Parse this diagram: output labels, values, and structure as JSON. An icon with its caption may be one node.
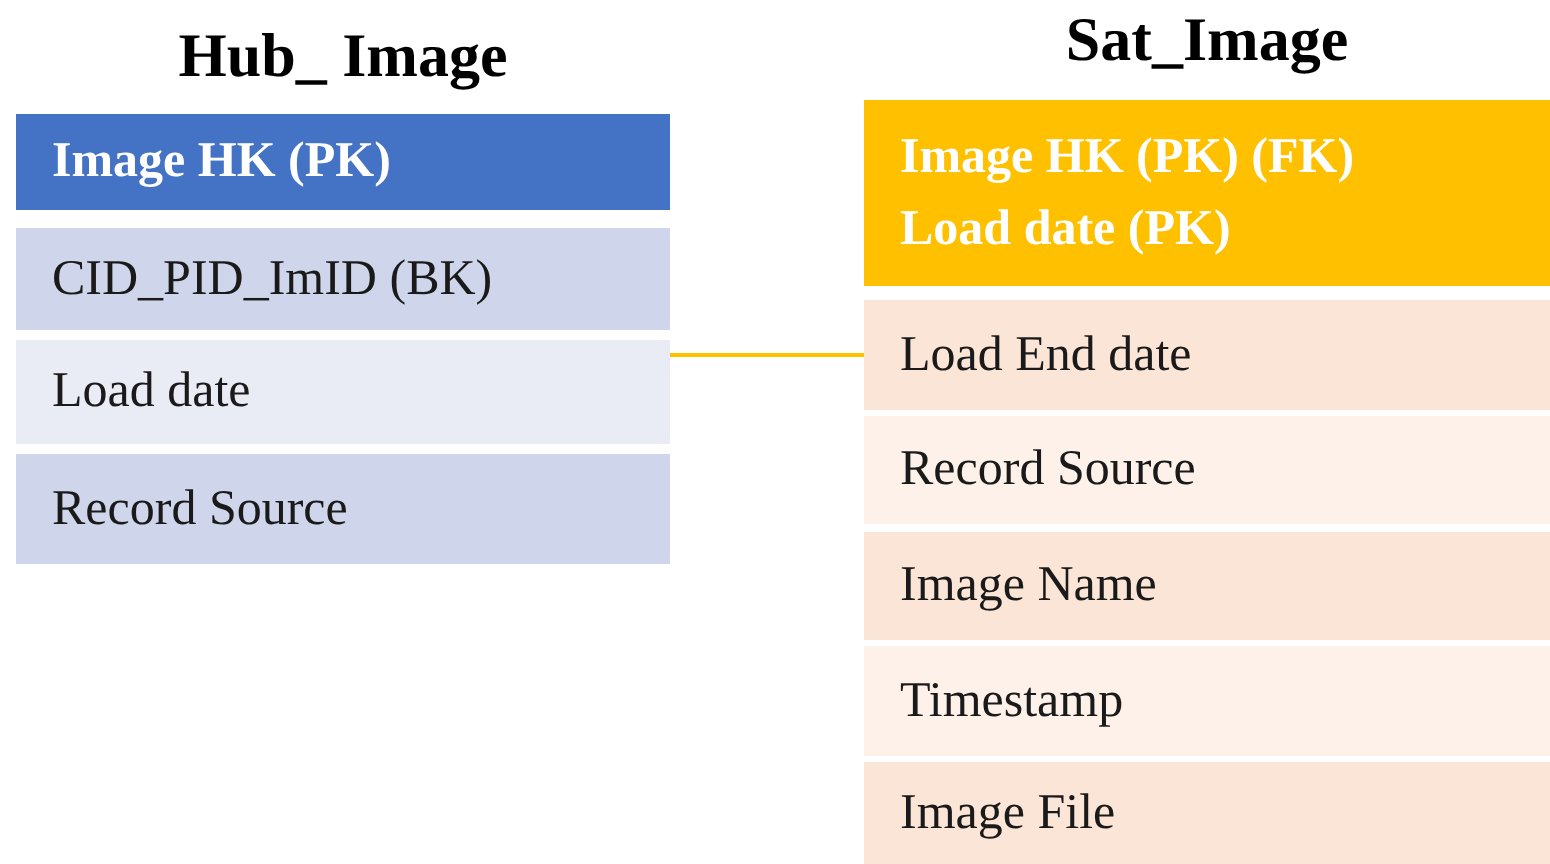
{
  "diagram": {
    "nodes": [
      {
        "text": [
          "Hub_ Image"
        ]
      },
      {
        "text": [
          "Image HK (PK)"
        ],
        "in": 0
      },
      {
        "text": [
          "CID_PID_ImID (BK)"
        ],
        "in": 0
      },
      {
        "text": [
          "Load date"
        ],
        "in": 0
      },
      {
        "text": [
          "Record Source"
        ],
        "in": 0
      },
      {
        "text": [
          "Sat_Image"
        ]
      },
      {
        "text": [
          "Image HK (PK) (FK)",
          "Load date (PK)"
        ],
        "in": 5
      },
      {
        "text": [
          "Load End date"
        ],
        "in": 5
      },
      {
        "text": [
          "Record Source"
        ],
        "in": 5
      },
      {
        "text": [
          "Image Name"
        ],
        "in": 5
      },
      {
        "text": [
          "Timestamp"
        ],
        "in": 5
      },
      {
        "text": [
          "Image File"
        ],
        "in": 5
      }
    ],
    "edges": [
      {
        "from": 3,
        "to": 7,
        "arrow": "none"
      }
    ]
  }
}
